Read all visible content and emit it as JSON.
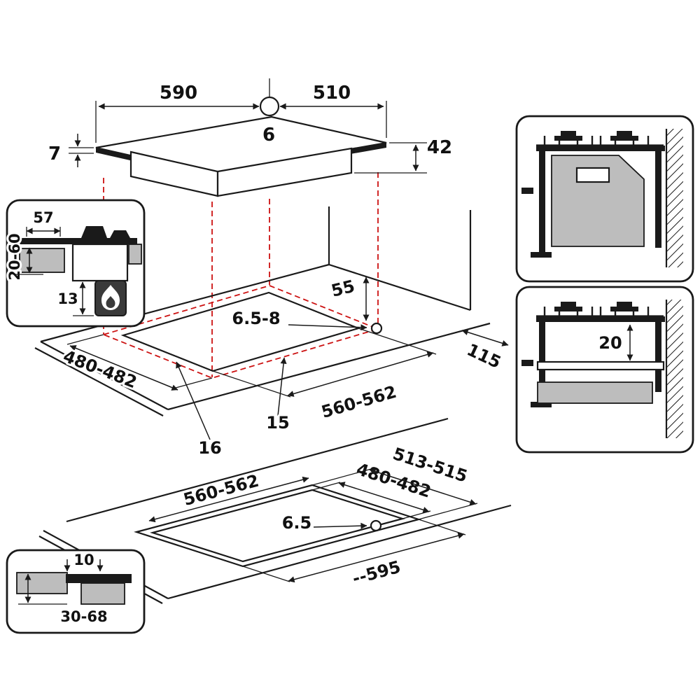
{
  "colors": {
    "line": "#1a1a1a",
    "projection_dashed": "#cc1111",
    "fill_gray": "#bdbdbd"
  },
  "top_view": {
    "width": "590",
    "depth": "510",
    "hole_diameter": "6",
    "glass_thickness": "7",
    "body_height": "42"
  },
  "section_detail": {
    "front_clearance": "57",
    "side_range": "20-60",
    "bottom_gap": "13"
  },
  "cutout_view": {
    "back_clearance": "55",
    "hole_diameter": "6.5-8",
    "side_clearance": "115",
    "cutout_depth": "480-482",
    "cutout_width": "560-562",
    "front_overhang_left": "16",
    "front_overhang_right": "15"
  },
  "wall_detail": {
    "shelf_gap": "20"
  },
  "flush_view": {
    "recess_depth": "513-515",
    "cutout_depth": "480-482",
    "cutout_width": "560-562",
    "hole_diameter": "6.5",
    "recess_width": "--595"
  },
  "flush_detail": {
    "step_depth": "10",
    "worktop_thickness": "30-68"
  }
}
